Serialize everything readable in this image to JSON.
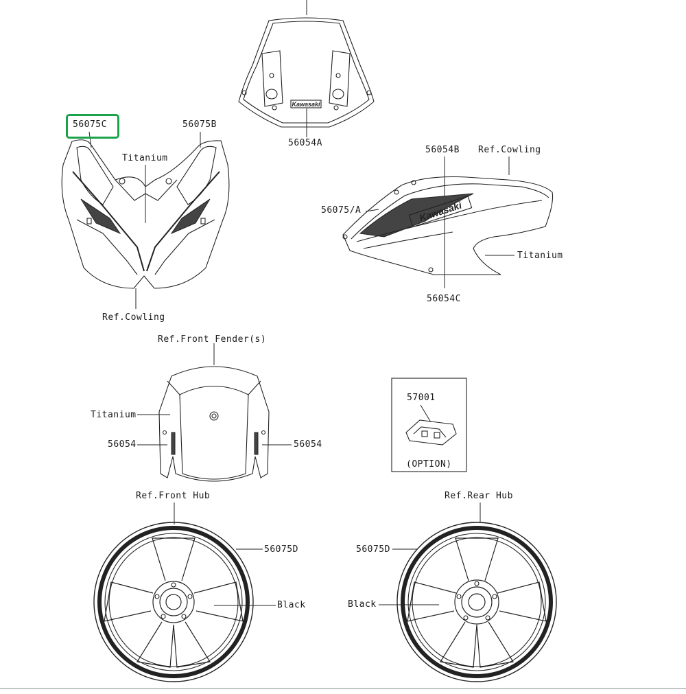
{
  "labels": {
    "windshield_part": "56054A",
    "cowl_left_part": "56075C",
    "cowl_right_part": "56075B",
    "cowl_titanium": "Titanium",
    "cowl_ref": "Ref.Cowling",
    "side_upper_part": "56054B",
    "side_ref": "Ref.Cowling",
    "side_stripe_part": "56075/A",
    "side_titanium": "Titanium",
    "side_lower_part": "56054C",
    "fender_ref": "Ref.Front Fender(s)",
    "fender_titanium": "Titanium",
    "fender_left_part": "56054",
    "fender_right_part": "56054",
    "option_part": "57001",
    "option_note": "(OPTION)",
    "front_hub_ref": "Ref.Front Hub",
    "front_wheel_part": "56075D",
    "front_wheel_color": "Black",
    "rear_hub_ref": "Ref.Rear Hub",
    "rear_wheel_part": "56075D",
    "rear_wheel_color": "Black"
  },
  "decals": {
    "windshield_logo": "Kawasaki",
    "side_logo": "Kawasaki"
  },
  "colors": {
    "highlight": "#1aa34a"
  }
}
